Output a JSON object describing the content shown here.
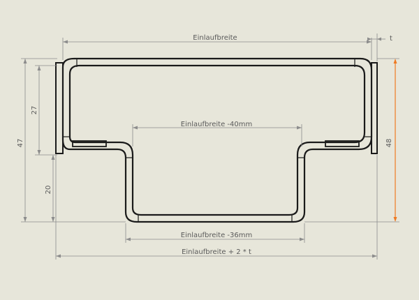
{
  "drawing": {
    "dimensions": {
      "top_width": "Einlaufbreite",
      "thickness": "t",
      "inner_upper": "Einlaufbreite -40mm",
      "inner_lower": "Einlaufbreite -36mm",
      "overall": "Einlaufbreite + 2 * t",
      "height_total": "47",
      "height_upper": "27",
      "height_lower": "20",
      "height_right": "48"
    },
    "colors": {
      "background": "#e7e6da",
      "profile_line": "#1a1a1a",
      "dimension_line": "#8c8c8c",
      "highlight": "#ef7a22"
    }
  }
}
